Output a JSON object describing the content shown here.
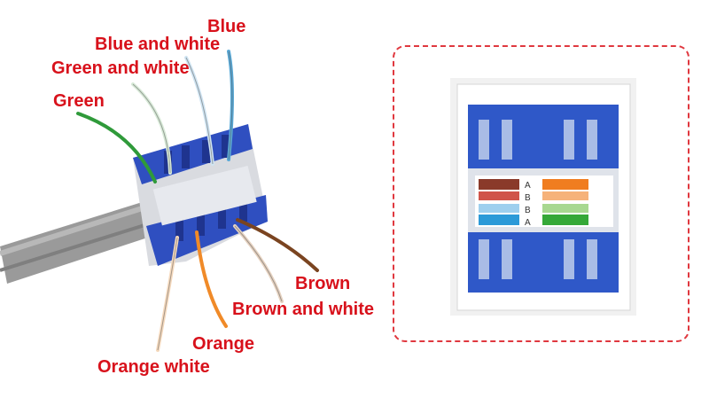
{
  "labels": {
    "blue": "Blue",
    "blue_and_white": "Blue and white",
    "green_and_white": "Green and white",
    "green": "Green",
    "brown": "Brown",
    "brown_and_white": "Brown and white",
    "orange": "Orange",
    "orange_white": "Orange white"
  },
  "jack_letters": [
    "A",
    "B",
    "B",
    "A"
  ],
  "colors": {
    "label_red": "#d8111b",
    "frame_red": "#e0383f",
    "keystone_blue": "#2f4fc0",
    "cable_grey": "#9a9a9a",
    "wire_blue": "#5aa9d6",
    "wire_green": "#2f9a3a",
    "wire_orange": "#f08a28",
    "wire_brown": "#7a4420"
  }
}
